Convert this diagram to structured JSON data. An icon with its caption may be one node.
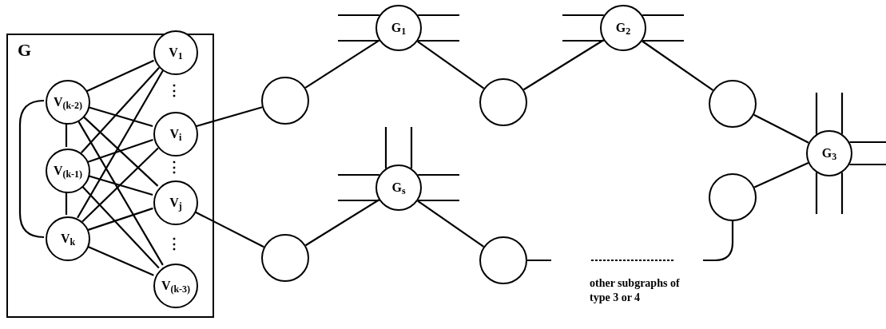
{
  "diagram": {
    "nodes": [
      {
        "text": [
          "G"
        ]
      },
      {
        "text": [
          "V$_{(k-2)}$"
        ],
        "in": 0
      },
      {
        "text": [
          "V$_{(k-1)}$"
        ],
        "in": 0
      },
      {
        "text": [
          "V$_{k}$"
        ],
        "in": 0
      },
      {
        "text": [
          "V$_{1}$"
        ],
        "in": 0
      },
      {
        "text": [
          "V$_{i}$"
        ],
        "in": 0
      },
      {
        "text": [
          "V$_{j}$"
        ],
        "in": 0
      },
      {
        "text": [
          "V$_{(k-3)}$"
        ],
        "in": 0
      },
      {
        "text": [],
        "shape": "circle"
      },
      {
        "text": [
          "G$_{1}$"
        ]
      },
      {
        "text": [],
        "shape": "circle"
      },
      {
        "text": [
          "G$_{2}$"
        ]
      },
      {
        "text": [],
        "shape": "circle"
      },
      {
        "text": [
          "G$_{3}$"
        ]
      },
      {
        "text": [],
        "shape": "circle"
      },
      {
        "text": [
          "G$_{s}$"
        ]
      },
      {
        "text": [],
        "shape": "circle"
      },
      {
        "text": [],
        "shape": "circle"
      }
    ],
    "edges": [
      {
        "from": 1,
        "to": 2,
        "arrow": "none"
      },
      {
        "from": 2,
        "to": 3,
        "arrow": "none"
      },
      {
        "from": 1,
        "to": 3,
        "arrow": "none"
      },
      {
        "from": 1,
        "to": 4,
        "arrow": "none"
      },
      {
        "from": 1,
        "to": 5,
        "arrow": "none"
      },
      {
        "from": 1,
        "to": 6,
        "arrow": "none"
      },
      {
        "from": 1,
        "to": 7,
        "arrow": "none"
      },
      {
        "from": 2,
        "to": 4,
        "arrow": "none"
      },
      {
        "from": 2,
        "to": 5,
        "arrow": "none"
      },
      {
        "from": 2,
        "to": 6,
        "arrow": "none"
      },
      {
        "from": 2,
        "to": 7,
        "arrow": "none"
      },
      {
        "from": 3,
        "to": 4,
        "arrow": "none"
      },
      {
        "from": 3,
        "to": 5,
        "arrow": "none"
      },
      {
        "from": 3,
        "to": 6,
        "arrow": "none"
      },
      {
        "from": 3,
        "to": 7,
        "arrow": "none"
      },
      {
        "from": 5,
        "to": 8,
        "arrow": "none"
      },
      {
        "from": 8,
        "to": 9,
        "arrow": "none"
      },
      {
        "from": 9,
        "to": 10,
        "arrow": "none"
      },
      {
        "from": 10,
        "to": 11,
        "arrow": "none"
      },
      {
        "from": 11,
        "to": 12,
        "arrow": "none"
      },
      {
        "from": 12,
        "to": 13,
        "arrow": "none"
      },
      {
        "from": 6,
        "to": 14,
        "arrow": "none"
      },
      {
        "from": 14,
        "to": 15,
        "arrow": "none"
      },
      {
        "from": 15,
        "to": 16,
        "arrow": "none"
      },
      {
        "from": 16,
        "to": 17,
        "arrow": "none",
        "style": "dashed",
        "label": "other subgraphs of type 3 or 4"
      },
      {
        "from": 17,
        "to": 13,
        "arrow": "none"
      },
      {
        "from": 9,
        "to": null,
        "arrow": "none"
      },
      {
        "from": 9,
        "to": null,
        "arrow": "none"
      },
      {
        "from": 9,
        "to": null,
        "arrow": "none"
      },
      {
        "from": 9,
        "to": null,
        "arrow": "none"
      },
      {
        "from": 11,
        "to": null,
        "arrow": "none"
      },
      {
        "from": 11,
        "to": null,
        "arrow": "none"
      },
      {
        "from": 11,
        "to": null,
        "arrow": "none"
      },
      {
        "from": 11,
        "to": null,
        "arrow": "none"
      },
      {
        "from": 15,
        "to": null,
        "arrow": "none"
      },
      {
        "from": 15,
        "to": null,
        "arrow": "none"
      },
      {
        "from": 15,
        "to": null,
        "arrow": "none"
      },
      {
        "from": 15,
        "to": null,
        "arrow": "none"
      },
      {
        "from": 15,
        "to": null,
        "arrow": "none"
      },
      {
        "from": 15,
        "to": null,
        "arrow": "none"
      },
      {
        "from": 13,
        "to": null,
        "arrow": "none"
      },
      {
        "from": 13,
        "to": null,
        "arrow": "none"
      },
      {
        "from": 13,
        "to": null,
        "arrow": "none"
      },
      {
        "from": 13,
        "to": null,
        "arrow": "none"
      },
      {
        "from": 13,
        "to": null,
        "arrow": "none"
      },
      {
        "from": 13,
        "to": null,
        "arrow": "none"
      }
    ],
    "labels": [
      "⋮",
      "⋮",
      "⋮"
    ]
  }
}
